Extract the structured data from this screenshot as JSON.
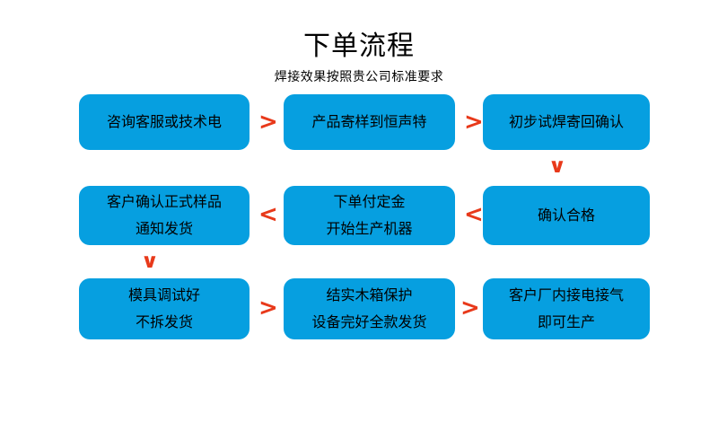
{
  "header": {
    "title": "下单流程",
    "subtitle": "焊接效果按照贵公司标准要求"
  },
  "theme": {
    "node_fill": "#069fe0",
    "arrow_color": "#e8391a",
    "text_color": "#000000",
    "background": "#ffffff"
  },
  "flow": {
    "nodes": [
      {
        "id": "n1",
        "lines": [
          "咨询客服或技术电"
        ]
      },
      {
        "id": "n2",
        "lines": [
          "产品寄样到恒声特"
        ]
      },
      {
        "id": "n3",
        "lines": [
          "初步试焊寄回确认"
        ]
      },
      {
        "id": "n4",
        "lines": [
          "确认合格"
        ]
      },
      {
        "id": "n5",
        "lines": [
          "下单付定金",
          "开始生产机器"
        ]
      },
      {
        "id": "n6",
        "lines": [
          "客户确认正式样品",
          "通知发货"
        ]
      },
      {
        "id": "n7",
        "lines": [
          "模具调试好",
          "不拆发货"
        ]
      },
      {
        "id": "n8",
        "lines": [
          "结实木箱保护",
          "设备完好全款发货"
        ]
      },
      {
        "id": "n9",
        "lines": [
          "客户厂内接电接气",
          "即可生产"
        ]
      }
    ],
    "arrows": [
      {
        "id": "a1",
        "glyph": ">",
        "direction": "right"
      },
      {
        "id": "a2",
        "glyph": ">",
        "direction": "right"
      },
      {
        "id": "a3",
        "glyph": "∨",
        "direction": "down"
      },
      {
        "id": "a4",
        "glyph": "<",
        "direction": "left"
      },
      {
        "id": "a5",
        "glyph": "<",
        "direction": "left"
      },
      {
        "id": "a6",
        "glyph": "∨",
        "direction": "down"
      },
      {
        "id": "a7",
        "glyph": ">",
        "direction": "right"
      },
      {
        "id": "a8",
        "glyph": ">",
        "direction": "right"
      }
    ]
  }
}
